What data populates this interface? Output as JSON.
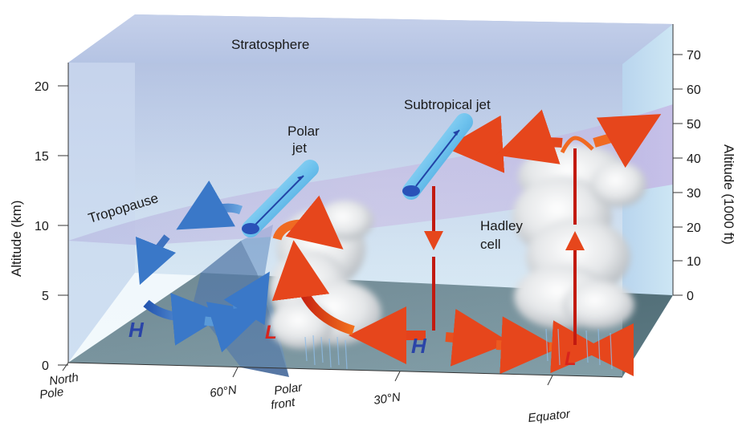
{
  "labels": {
    "stratosphere": "Stratosphere",
    "tropopause": "Tropopause",
    "polar_jet_line1": "Polar",
    "polar_jet_line2": "jet",
    "subtropical_jet": "Subtropical jet",
    "hadley_line1": "Hadley",
    "hadley_line2": "cell",
    "left_axis_title": "Altitude (km)",
    "right_axis_title": "Altitude (1000 ft)"
  },
  "left_axis_ticks": [
    "0",
    "5",
    "10",
    "15",
    "20"
  ],
  "right_axis_ticks": [
    "0",
    "10",
    "20",
    "30",
    "40",
    "50",
    "60",
    "70"
  ],
  "latitudes": {
    "north_pole_line1": "North",
    "north_pole_line2": "Pole",
    "lat60": "60°N",
    "polar_front_line1": "Polar",
    "polar_front_line2": "front",
    "lat30": "30°N",
    "equator": "Equator"
  },
  "pressure_marks": {
    "high_polar": "H",
    "low_front": "L",
    "high_subtropic": "H",
    "low_equator": "L"
  },
  "colors": {
    "high_blue": "#2a44a8",
    "low_red": "#d8241c",
    "warm_arrow": "#e0401e",
    "cool_arrow": "#2f6fc4",
    "ground": "#55707a"
  }
}
